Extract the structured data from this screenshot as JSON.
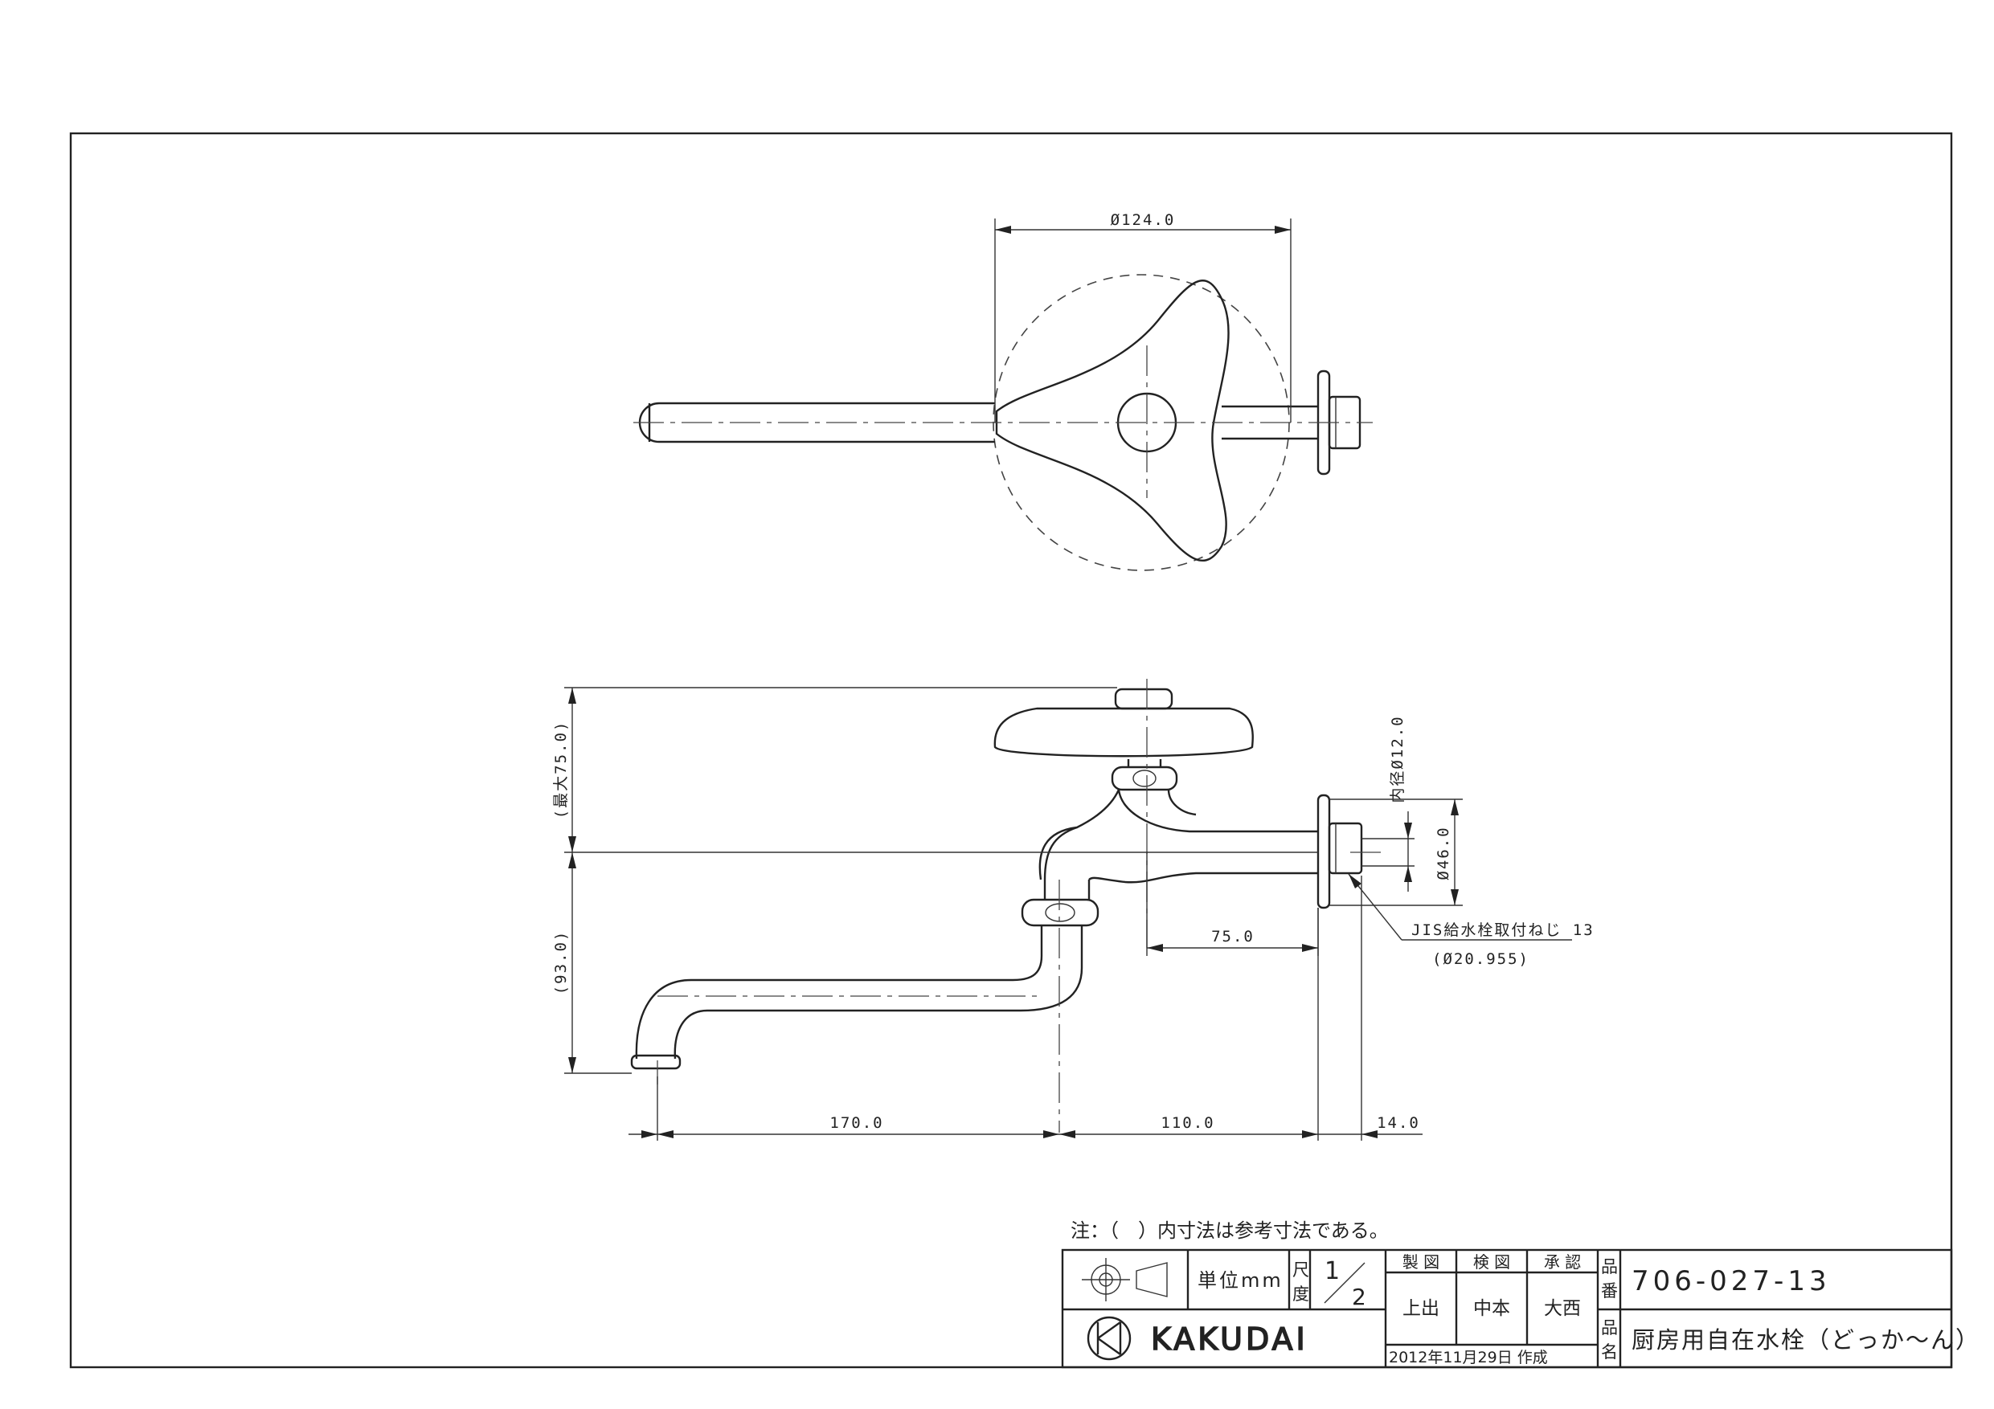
{
  "dimensions": {
    "handle_diameter": "Ø124.0",
    "max_height": "(最大75.0)",
    "height_93": "(93.0)",
    "inner_diameter": "内径Ø12.0",
    "flange_diameter": "Ø46.0",
    "offset_75": "75.0",
    "spout_170": "170.0",
    "body_110": "110.0",
    "thread_14": "14.0",
    "thread_spec": "JIS給水栓取付ねじ 13",
    "thread_diameter": "(Ø20.955)"
  },
  "note": "注：（　）内寸法は参考寸法である。",
  "title_block": {
    "unit_label": "単位mm",
    "scale_label_1": "尺",
    "scale_label_2": "度",
    "scale_numerator": "1",
    "scale_denominator": "2",
    "header_made": "製 図",
    "header_check": "検 図",
    "header_approve": "承 認",
    "name_made": "上出",
    "name_check": "中本",
    "name_approve": "大西",
    "date": "2012年11月29日 作成",
    "product_number_label_1": "品",
    "product_number_label_2": "番",
    "product_number": "706-027-13",
    "product_name_label_1": "品",
    "product_name_label_2": "名",
    "product_name": "厨房用自在水栓（どっか〜ん）",
    "brand": "KAKUDAI"
  }
}
